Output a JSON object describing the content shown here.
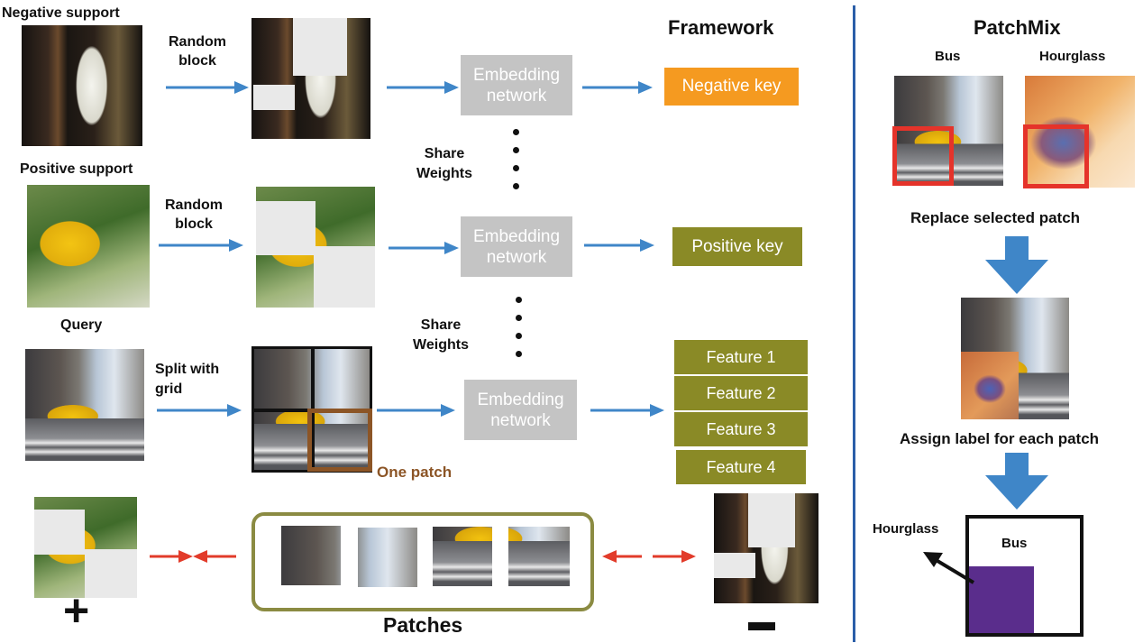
{
  "left": {
    "negative_support": "Negative support",
    "positive_support": "Positive support",
    "query": "Query",
    "random_block_1": "Random\nblock",
    "random_block_2": "Random\nblock",
    "split_with_grid": "Split with\ngrid",
    "framework": "Framework",
    "embedding_1": "Embedding\nnetwork",
    "embedding_2": "Embedding\nnetwork",
    "embedding_3": "Embedding\nnetwork",
    "share_weights_1": "Share\nWeights",
    "share_weights_2": "Share\nWeights",
    "negative_key": "Negative key",
    "positive_key": "Positive key",
    "features": [
      "Feature 1",
      "Feature 2",
      "Feature 3",
      "Feature  4"
    ],
    "one_patch": "One patch",
    "patches": "Patches",
    "plus": "+",
    "minus": "-"
  },
  "right": {
    "title": "PatchMix",
    "bus": "Bus",
    "hourglass": "Hourglass",
    "replace": "Replace selected patch",
    "assign": "Assign label for each patch",
    "label_hourglass": "Hourglass",
    "label_bus": "Bus"
  },
  "colors": {
    "arrow_blue": "#3f86c8",
    "arrow_red": "#e23b2a",
    "negative_key": "#f59a20",
    "positive_key": "#8a8a26",
    "patch_brown": "#8c5526",
    "patch_box": "#8b8b42",
    "divider": "#2b5ea8",
    "mix_purple": "#5a2d8c",
    "highlight_red": "#e5332a"
  }
}
